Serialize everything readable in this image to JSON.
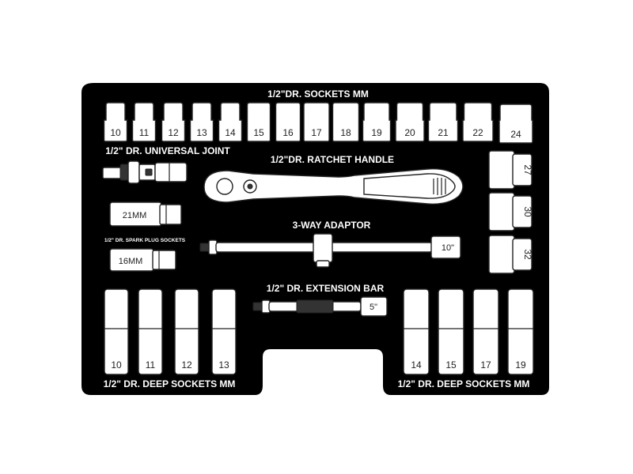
{
  "colors": {
    "tray": "#000000",
    "socket_fill": "#ffffff",
    "outline": "#222222",
    "label": "#ffffff"
  },
  "labels": {
    "standard_sockets": "1/2\"DR. SOCKETS MM",
    "universal_joint": "1/2\" DR. UNIVERSAL JOINT",
    "ratchet_handle": "1/2\"DR. RATCHET HANDLE",
    "spark_plug_sockets": "1/2\" DR. SPARK PLUG SOCKETS",
    "adaptor": "3-WAY ADAPTOR",
    "extension_bar": "1/2\" DR. EXTENSION BAR",
    "deep_sockets_left": "1/2\" DR. DEEP SOCKETS MM",
    "deep_sockets_right": "1/2\" DR. DEEP SOCKETS MM"
  },
  "standard_sockets": [
    "10",
    "11",
    "12",
    "13",
    "14",
    "15",
    "16",
    "17",
    "18",
    "19",
    "20",
    "21",
    "22",
    "24"
  ],
  "large_sockets": [
    "27",
    "30",
    "32"
  ],
  "spark_plug_sockets": [
    "21MM",
    "16MM"
  ],
  "extension_bar_sizes": {
    "long": "10\"",
    "short": "5\""
  },
  "deep_sockets_left": [
    "10",
    "11",
    "12",
    "13"
  ],
  "deep_sockets_right": [
    "14",
    "15",
    "17",
    "19"
  ],
  "icons": {
    "ratchet": "ratchet-handle-icon",
    "universal_joint": "universal-joint-icon",
    "adaptor": "t-bar-adaptor-icon",
    "extension": "extension-bar-icon"
  }
}
